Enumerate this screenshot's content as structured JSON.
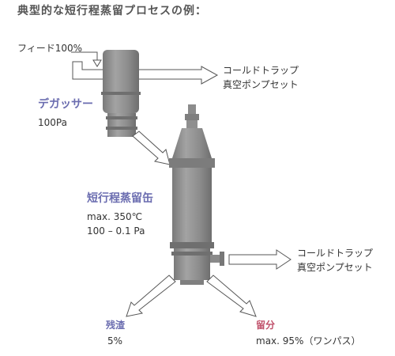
{
  "title": "典型的な短行程蒸留プロセスの例：",
  "feed": "フィード100%",
  "cold_trap_top": {
    "line1": "コールドトラップ",
    "line2": "真空ポンプセット"
  },
  "degasser": {
    "name": "デガッサー",
    "pressure": "100Pa"
  },
  "still": {
    "name": "短行程蒸留缶",
    "temp": "max. 350℃",
    "pressure": "100 – 0.1 Pa"
  },
  "cold_trap_right": {
    "line1": "コールドトラップ",
    "line2": "真空ポンプセット"
  },
  "residue": {
    "name": "残渣",
    "value": "5%"
  },
  "distillate": {
    "name": "留分",
    "value": "max. 95%（ワンパス）"
  },
  "colors": {
    "accent_purple": "#6b6db0",
    "accent_red": "#c0506a",
    "equipment": "#8f8f8f",
    "arrow": "#ffffff"
  }
}
